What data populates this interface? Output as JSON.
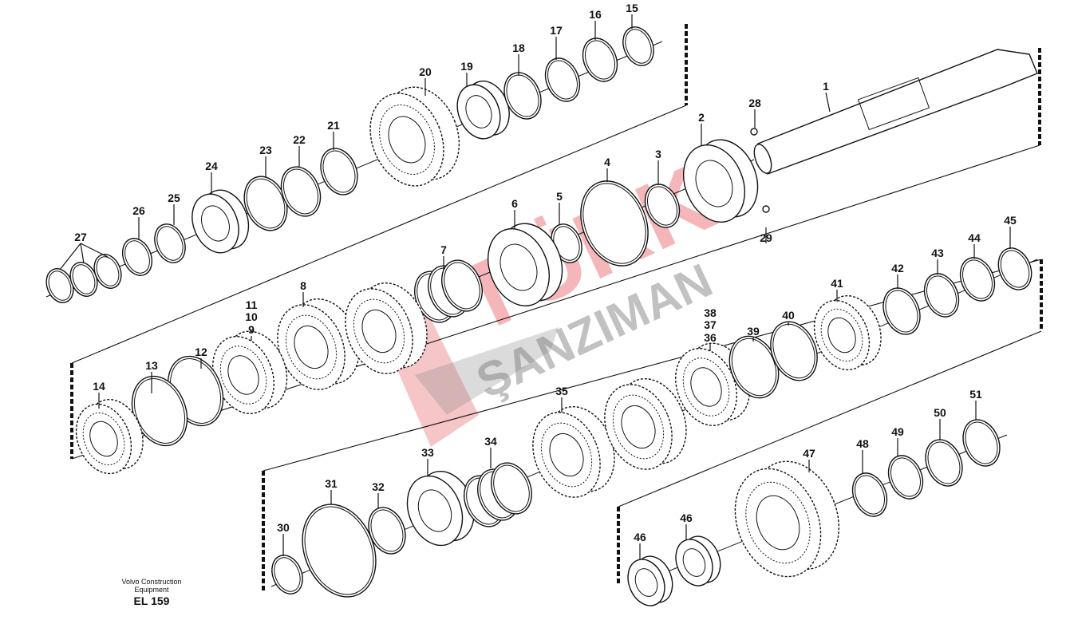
{
  "labels": [
    "1",
    "2",
    "3",
    "4",
    "5",
    "6",
    "7",
    "8",
    "9",
    "10",
    "11",
    "12",
    "13",
    "14",
    "15",
    "16",
    "17",
    "18",
    "19",
    "20",
    "21",
    "22",
    "23",
    "24",
    "25",
    "26",
    "27",
    "28",
    "29",
    "30",
    "31",
    "32",
    "33",
    "34",
    "35",
    "36",
    "37",
    "38",
    "39",
    "40",
    "41",
    "42",
    "43",
    "44",
    "45",
    "46",
    "46",
    "47",
    "48",
    "49",
    "50",
    "51"
  ],
  "footer": {
    "company_line1": "Volvo Construction",
    "company_line2": "Equipment",
    "code": "EL 159"
  },
  "watermark": {
    "brand": "TÜRK",
    "sub": "ŞANZIMAN"
  },
  "colors": {
    "watermark_red": "#e0303a",
    "watermark_gray": "#777777"
  }
}
